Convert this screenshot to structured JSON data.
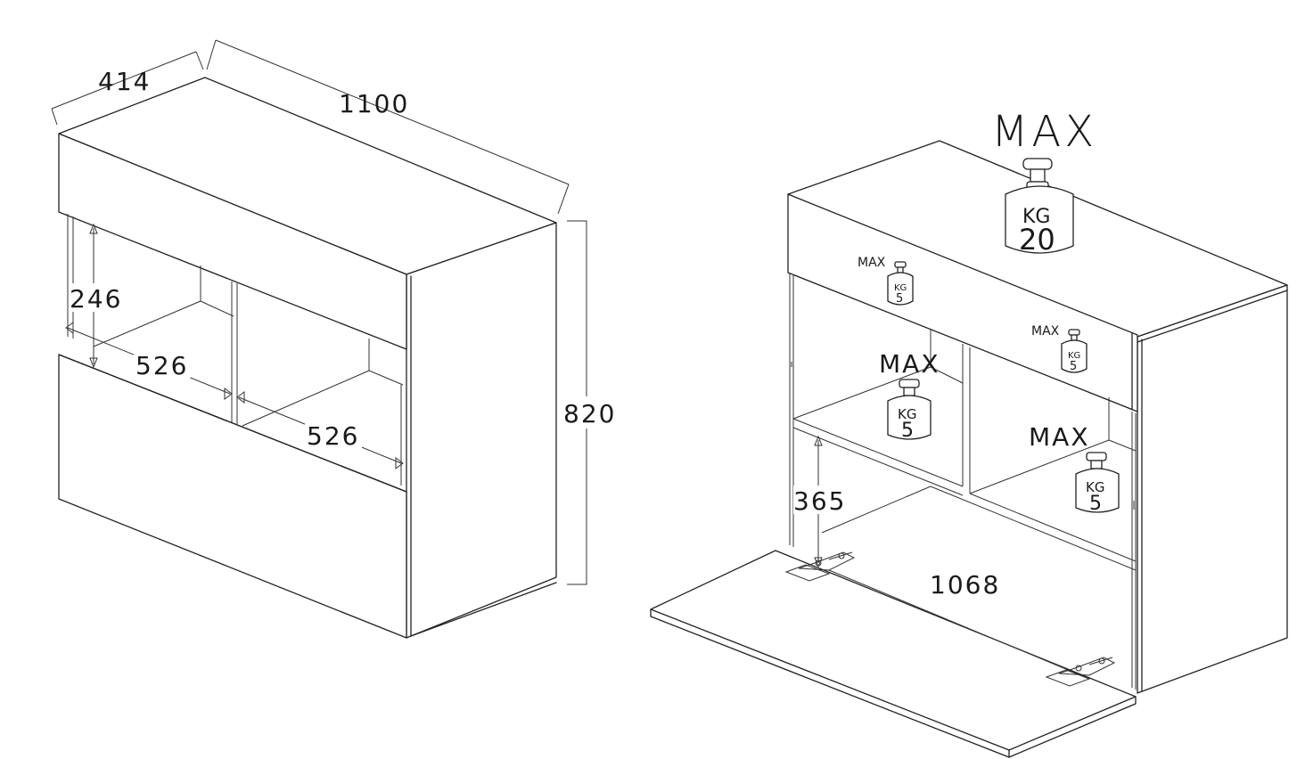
{
  "left_view": {
    "dimensions": {
      "depth": "414",
      "width": "1100",
      "height": "820",
      "opening_height": "246",
      "compartment_left_width": "526",
      "compartment_right_width": "526"
    }
  },
  "right_view": {
    "dimensions": {
      "inner_width": "1068",
      "inner_height": "365"
    },
    "loads": {
      "top": {
        "max_label": "MAX",
        "unit": "KG",
        "value": "20"
      },
      "flap_left": {
        "max_label": "MAX",
        "unit": "KG",
        "value": "5"
      },
      "flap_right": {
        "max_label": "MAX",
        "unit": "KG",
        "value": "5"
      },
      "shelf_left": {
        "max_label": "MAX",
        "unit": "KG",
        "value": "5"
      },
      "shelf_right": {
        "max_label": "MAX",
        "unit": "KG",
        "value": "5"
      }
    }
  }
}
